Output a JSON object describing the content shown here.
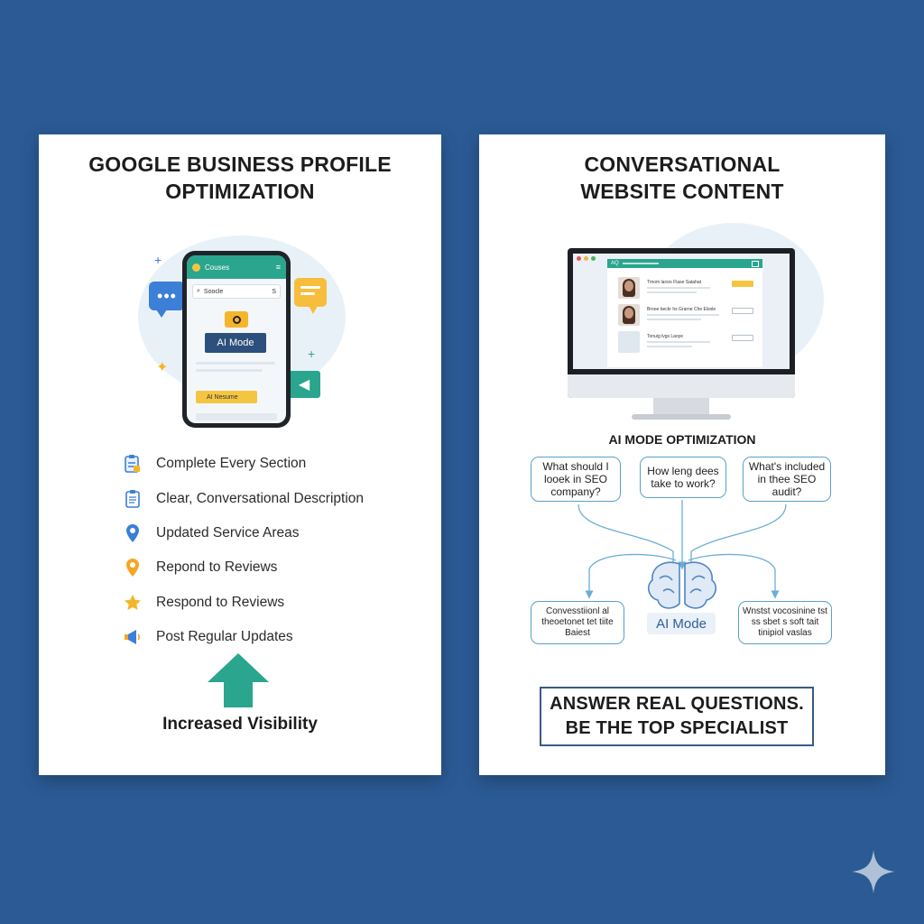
{
  "left_card": {
    "title_line1": "GOOGLE BUSINESS PROFILE",
    "title_line2": "OPTIMIZATION",
    "phone": {
      "app_label": "Couses",
      "search_text": "Soocle",
      "search_right": "S",
      "ai_mode_button": "AI Mode",
      "ai_resume_button": "AI Nesume"
    },
    "checklist": [
      {
        "label": "Complete Every Section",
        "icon": "clipboard-check-icon"
      },
      {
        "label": "Clear, Conversational Description",
        "icon": "document-icon"
      },
      {
        "label": "Updated Service Areas",
        "icon": "map-pin-blue-icon"
      },
      {
        "label": "Repond to Reviews",
        "icon": "map-pin-orange-icon"
      },
      {
        "label": "Respond to Reviews",
        "icon": "star-icon"
      },
      {
        "label": "Post Regular Updates",
        "icon": "megaphone-icon"
      }
    ],
    "result_label": "Increased Visibility"
  },
  "right_card": {
    "title_line1": "CONVERSATIONAL",
    "title_line2": "WEBSITE CONTENT",
    "browser": {
      "tab_label": "AQ",
      "rows": [
        {
          "text": "Tmom  larsrs  Flase  Satahat"
        },
        {
          "text": "Brooe  beckr  hs  Grarne  Che  Elsole"
        },
        {
          "text": "Tonuig  lvgs  Laoye"
        }
      ]
    },
    "section_title": "AI MODE OPTIMIZATION",
    "questions": [
      {
        "text": "What should I looek in SEO company?"
      },
      {
        "text": "How leng dees take to work?"
      },
      {
        "text": "What's included in thee SEO audit?"
      }
    ],
    "outputs": [
      {
        "text": "Convesstiionl al theoetonet tet tiite Baiest"
      },
      {
        "text": "Wnstst vocosinine tst ss sbet s soft tait tinipiol vaslas"
      }
    ],
    "center_label": "AI Mode",
    "cta_line1": "ANSWER REAL QUESTIONS.",
    "cta_line2": "BE THE TOP SPECIALIST"
  },
  "colors": {
    "background": "#2b5a94",
    "teal": "#2aa58e",
    "navy_button": "#2c4f7c",
    "yellow": "#f5c542",
    "bubble_border": "#5aa0c8"
  }
}
